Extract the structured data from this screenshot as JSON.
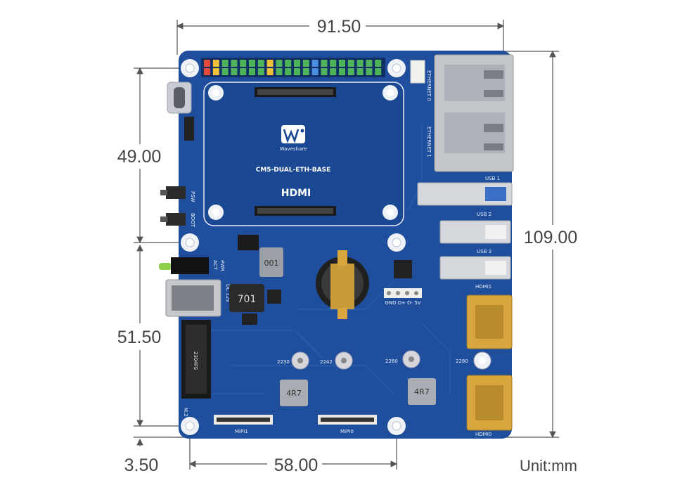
{
  "dimensions": {
    "width_top": "91.50",
    "height_upper": "49.00",
    "height_lower": "51.50",
    "height_total": "109.00",
    "offset_bottom": "3.50",
    "width_bottom": "58.00",
    "unit": "Unit:mm"
  },
  "board": {
    "model": "CM5-DUAL-ETH-BASE",
    "brand": "Waveshare",
    "hdmi_logo": "HDMI",
    "labels": {
      "ethernet0": "ETHERNET 0",
      "ethernet1": "ETHERNET 1",
      "usb1": "USB 1",
      "usb2": "USB 2",
      "usb3": "USB 3",
      "hdmi1": "HDMI1",
      "hdmi0": "HDMI0",
      "psw": "PSW",
      "boot": "BOOT",
      "act": "ACT",
      "pwr": "PWR",
      "dc": "DC 12V",
      "inductor1": "701",
      "inductor2": "4R7",
      "inductor3": "4R7",
      "inductor4": "001",
      "m2_size": "2230",
      "m2_size2": "2242",
      "m2_size3": "2260",
      "m2_size4": "2280",
      "mipi1": "MIPI1",
      "mipi0": "MIPI0",
      "usb_header": "GND D+ D- 5V",
      "m2_label": "M.2",
      "m2_slot": "2304FS"
    }
  },
  "colors": {
    "pcb": "#1f4f9c",
    "pcb_dark": "#173e80",
    "silk": "#e8eef8",
    "dim_line": "#555555",
    "gold": "#d8a63c",
    "metal": "#c9ccd2"
  }
}
